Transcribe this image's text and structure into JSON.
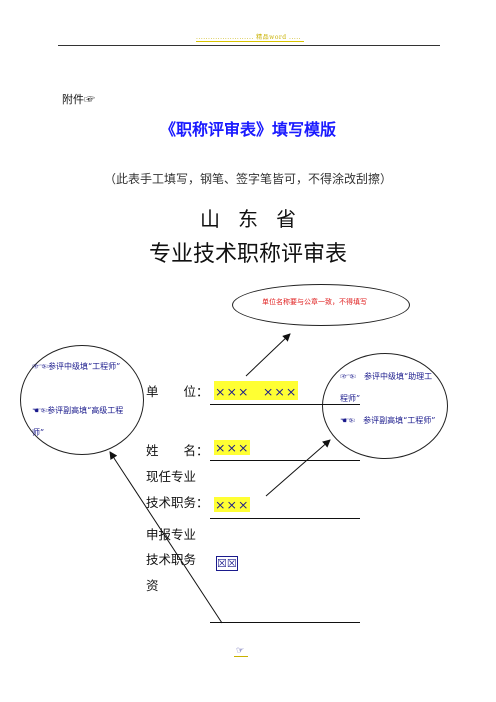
{
  "header": {
    "running_text": "........................ 精品word ....."
  },
  "attachment_label": "附件☞",
  "title": "《职称评审表》填写模版",
  "instruction": "（此表手工填写，钢笔、签字笔皆可，不得涂改刮擦）",
  "province": "山东省",
  "form_title": "专业技术职称评审表",
  "notes": {
    "unit_note": "单位名称要与公章一致，不得填写",
    "left_note_1": "☞☜参评中级填“工程师”",
    "left_note_2": "☚☜参评副高填“高级工程师”",
    "right_note_1": "☞☜　参评中级填“助理工程师”",
    "right_note_2": "☚☜　参评副高填“工程师”"
  },
  "fields": {
    "unit_label": "单　　位：",
    "unit_value": "×××　×××",
    "name_label": "姓　　名：",
    "name_value": "×××",
    "current_label_1": "现任专业",
    "current_label_2": "技术职务：",
    "current_value": "×××",
    "apply_label_1": "申报专业",
    "apply_label_2": "技术职务",
    "apply_label_3": "资",
    "apply_value": "☒☒"
  },
  "footer": {
    "page": "☞"
  }
}
